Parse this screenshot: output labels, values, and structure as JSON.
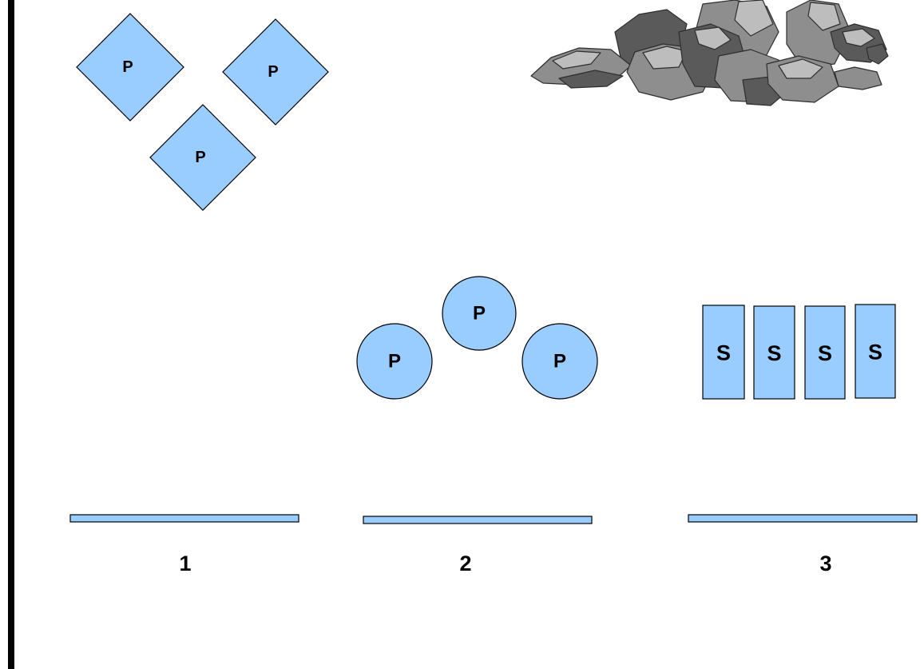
{
  "colors": {
    "shape_fill": "#99ccff",
    "outline": "#000000",
    "rock_light": "#bdbdbd",
    "rock_mid": "#8e8e8e",
    "rock_dark": "#5a5a5a",
    "rock_shadow": "#3c3c3c"
  },
  "diamonds": [
    {
      "label": "P"
    },
    {
      "label": "P"
    },
    {
      "label": "P"
    }
  ],
  "circles": [
    {
      "label": "P"
    },
    {
      "label": "P"
    },
    {
      "label": "P"
    }
  ],
  "rectangles": [
    {
      "label": "S"
    },
    {
      "label": "S"
    },
    {
      "label": "S"
    },
    {
      "label": "S"
    }
  ],
  "platforms": [
    {
      "number": "1"
    },
    {
      "number": "2"
    },
    {
      "number": "3"
    }
  ],
  "icons": [
    "rock-pile-icon"
  ]
}
